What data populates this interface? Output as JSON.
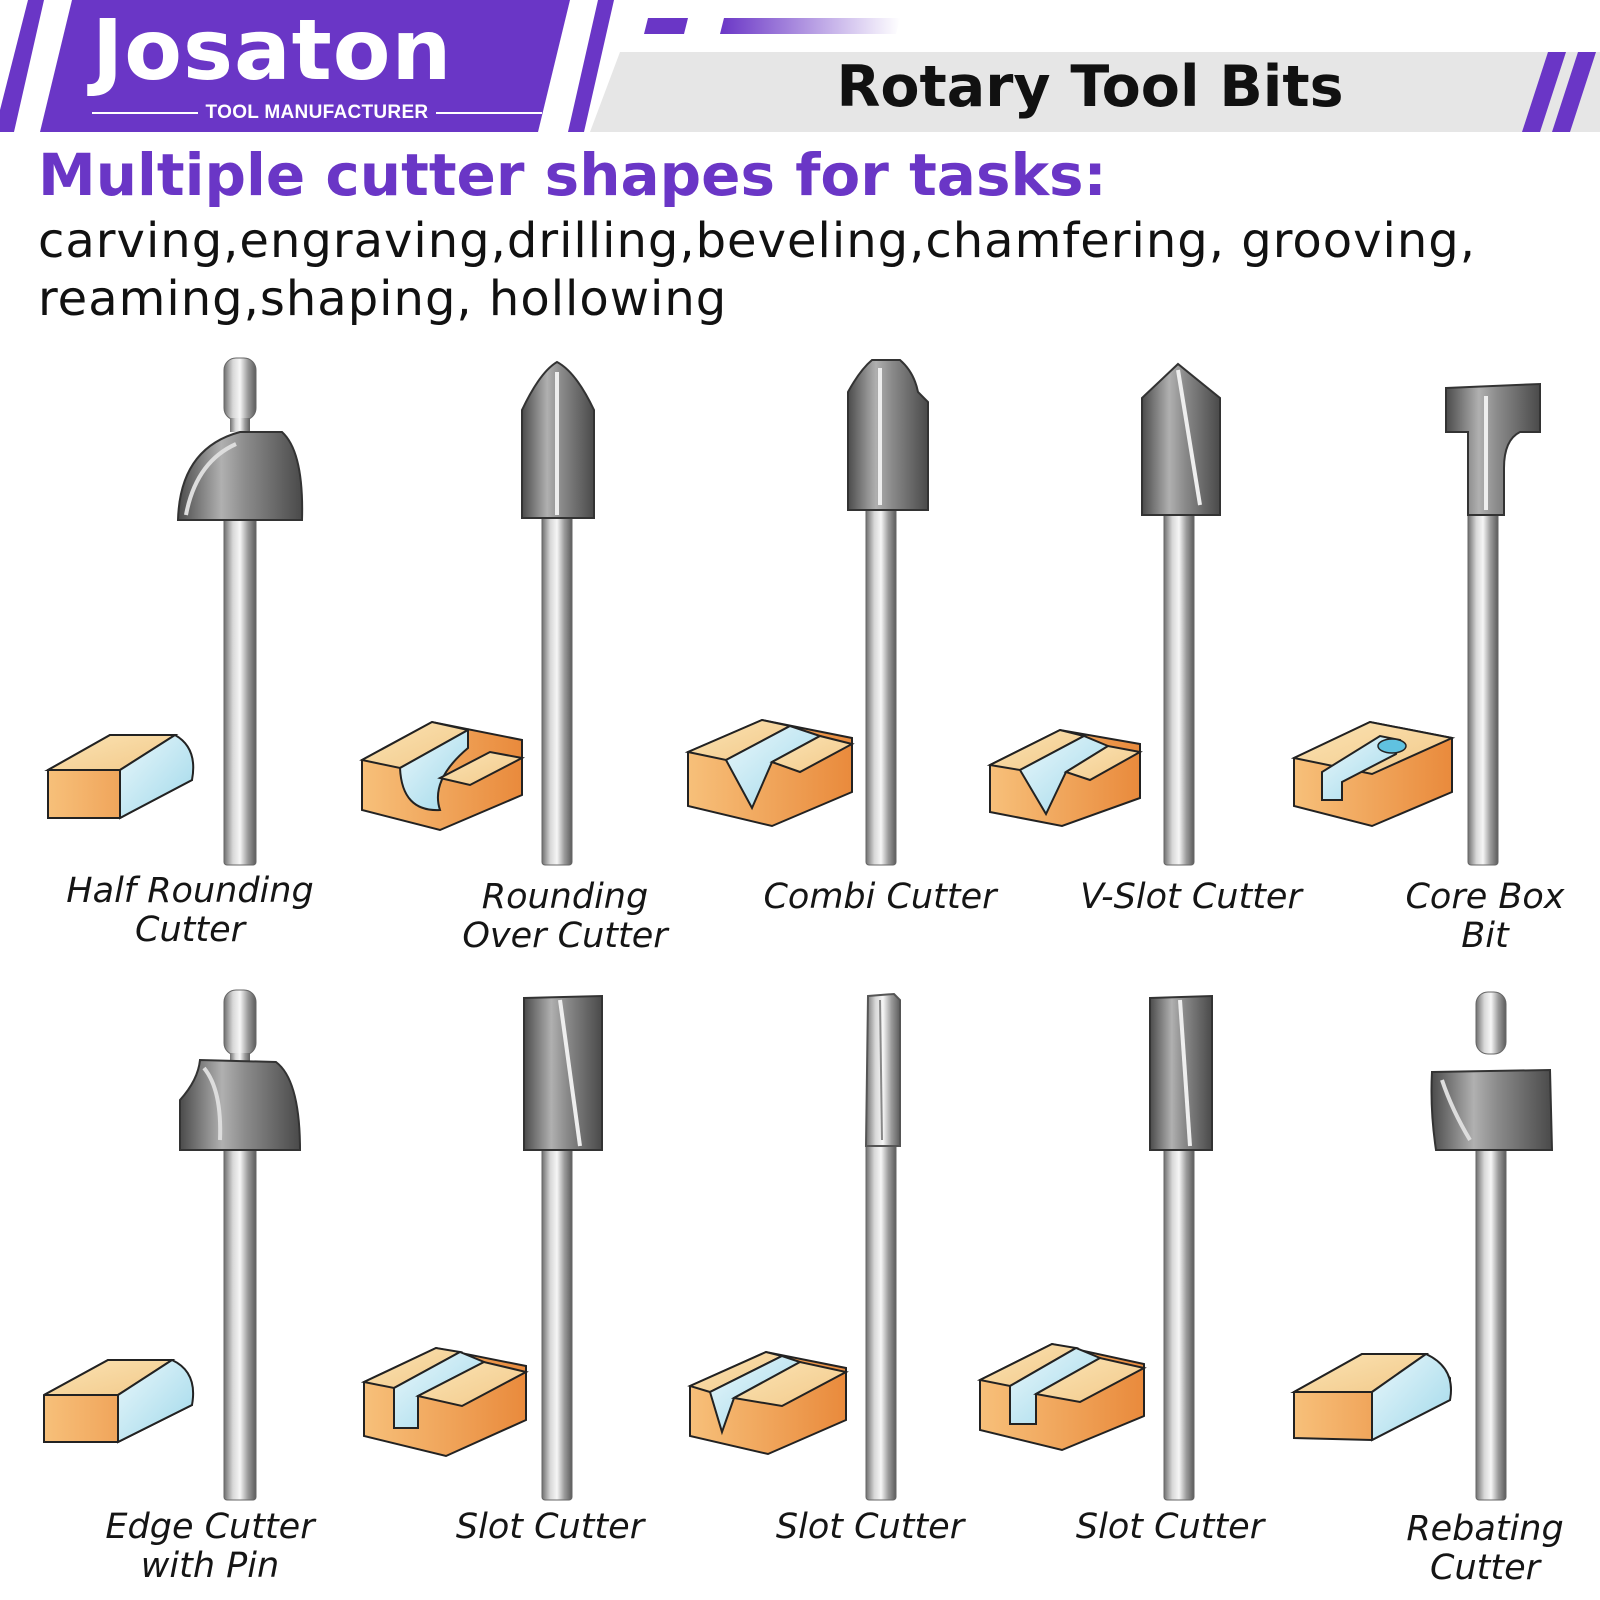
{
  "brand": {
    "name": "Josaton",
    "subtitle": "TOOL MANUFACTURER"
  },
  "header": {
    "title": "Rotary Tool Bits"
  },
  "headline": "Multiple cutter shapes for tasks:",
  "tasks_line1": "carving,engraving,drilling,beveling,chamfering, grooving,",
  "tasks_line2": "reaming,shaping, hollowing",
  "colors": {
    "brand_purple": "#6a36c6",
    "header_gray": "#e6e6e6",
    "wood": "#f4b860",
    "cut_blue": "#bfe6f2"
  },
  "products": [
    {
      "line1": "Half Rounding",
      "line2": "Cutter"
    },
    {
      "line1": "Rounding",
      "line2": "Over Cutter"
    },
    {
      "line1": "Combi Cutter",
      "line2": ""
    },
    {
      "line1": "V-Slot Cutter",
      "line2": ""
    },
    {
      "line1": "Core Box",
      "line2": "Bit"
    },
    {
      "line1": "Edge Cutter",
      "line2": "with Pin"
    },
    {
      "line1": "Slot Cutter",
      "line2": ""
    },
    {
      "line1": "Slot Cutter",
      "line2": ""
    },
    {
      "line1": "Slot Cutter",
      "line2": ""
    },
    {
      "line1": "Rebating",
      "line2": "Cutter"
    }
  ]
}
